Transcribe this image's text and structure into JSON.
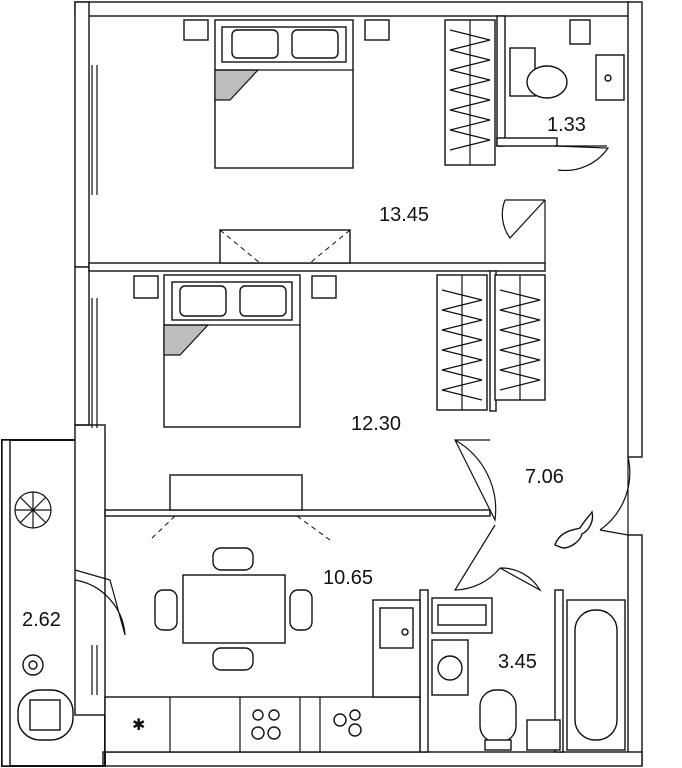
{
  "rooms": [
    {
      "id": "bedroom-1",
      "area": "13.45"
    },
    {
      "id": "toilet",
      "area": "1.33"
    },
    {
      "id": "bedroom-2",
      "area": "12.30"
    },
    {
      "id": "hallway",
      "area": "7.06"
    },
    {
      "id": "living-kitchen",
      "area": "10.65"
    },
    {
      "id": "balcony",
      "area": "2.62"
    },
    {
      "id": "bathroom",
      "area": "3.45"
    }
  ],
  "colors": {
    "wall": "#111111",
    "furniture_fill": "#ffffff",
    "bed_shade": "#bdbdbd"
  }
}
